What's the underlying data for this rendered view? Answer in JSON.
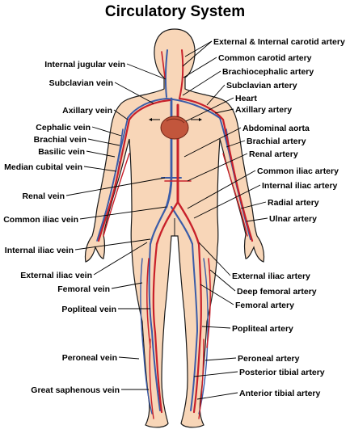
{
  "title": "Circulatory System",
  "labels_left": [
    "Internal jugular vein",
    "Subclavian vein",
    "Axillary vein",
    "Cephalic vein",
    "Brachial vein",
    "Basilic vein",
    "Median cubital vein",
    "Renal vein",
    "Common iliac vein",
    "Internal iliac vein",
    "External iliac vein",
    "Femoral vein",
    "Popliteal vein",
    "Peroneal vein",
    "Great saphenous vein"
  ],
  "labels_right": [
    "External & Internal carotid artery",
    "Common carotid artery",
    "Brachiocephalic artery",
    "Subclavian artery",
    "Heart",
    "Axillary artery",
    "Abdominal aorta",
    "Brachial artery",
    "Renal artery",
    "Common iliac artery",
    "Internal iliac artery",
    "Radial artery",
    "Ulnar artery",
    "External iliac artery",
    "Deep femoral artery",
    "Femoral artery",
    "Popliteal artery",
    "Peroneal artery",
    "Posterior tibial artery",
    "Anterior tibial artery"
  ],
  "colors": {
    "vein": "#3b5ca8",
    "artery": "#c8202a",
    "skin": "#f8d6b8",
    "heart": "#c2563c"
  }
}
